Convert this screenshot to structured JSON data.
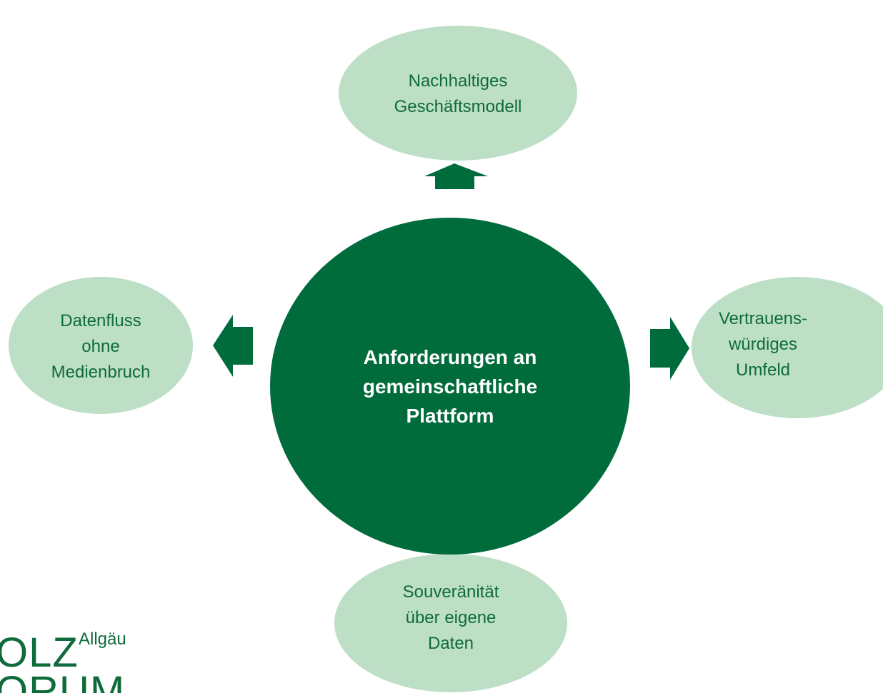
{
  "center": {
    "lines": [
      "Anforderungen an",
      "gemeinschaftliche",
      "Plattform"
    ]
  },
  "nodes": {
    "top": {
      "lines": [
        "Nachhaltiges",
        "Geschäftsmodell"
      ]
    },
    "left": {
      "lines": [
        "Datenfluss",
        "ohne",
        "Medienbruch"
      ]
    },
    "right": {
      "lines": [
        "Vertrauens-",
        "würdiges",
        "Umfeld"
      ]
    },
    "bottom": {
      "lines": [
        "Souveränität",
        "über eigene",
        "Daten"
      ]
    }
  },
  "logo": {
    "line1": "OLZ",
    "super": "Allgäu",
    "line2": "ORUM"
  },
  "colors": {
    "center_fill": "#006b3b",
    "node_fill": "#bddfc5",
    "arrow_fill": "#006b3b",
    "node_text": "#0f6b3a"
  }
}
